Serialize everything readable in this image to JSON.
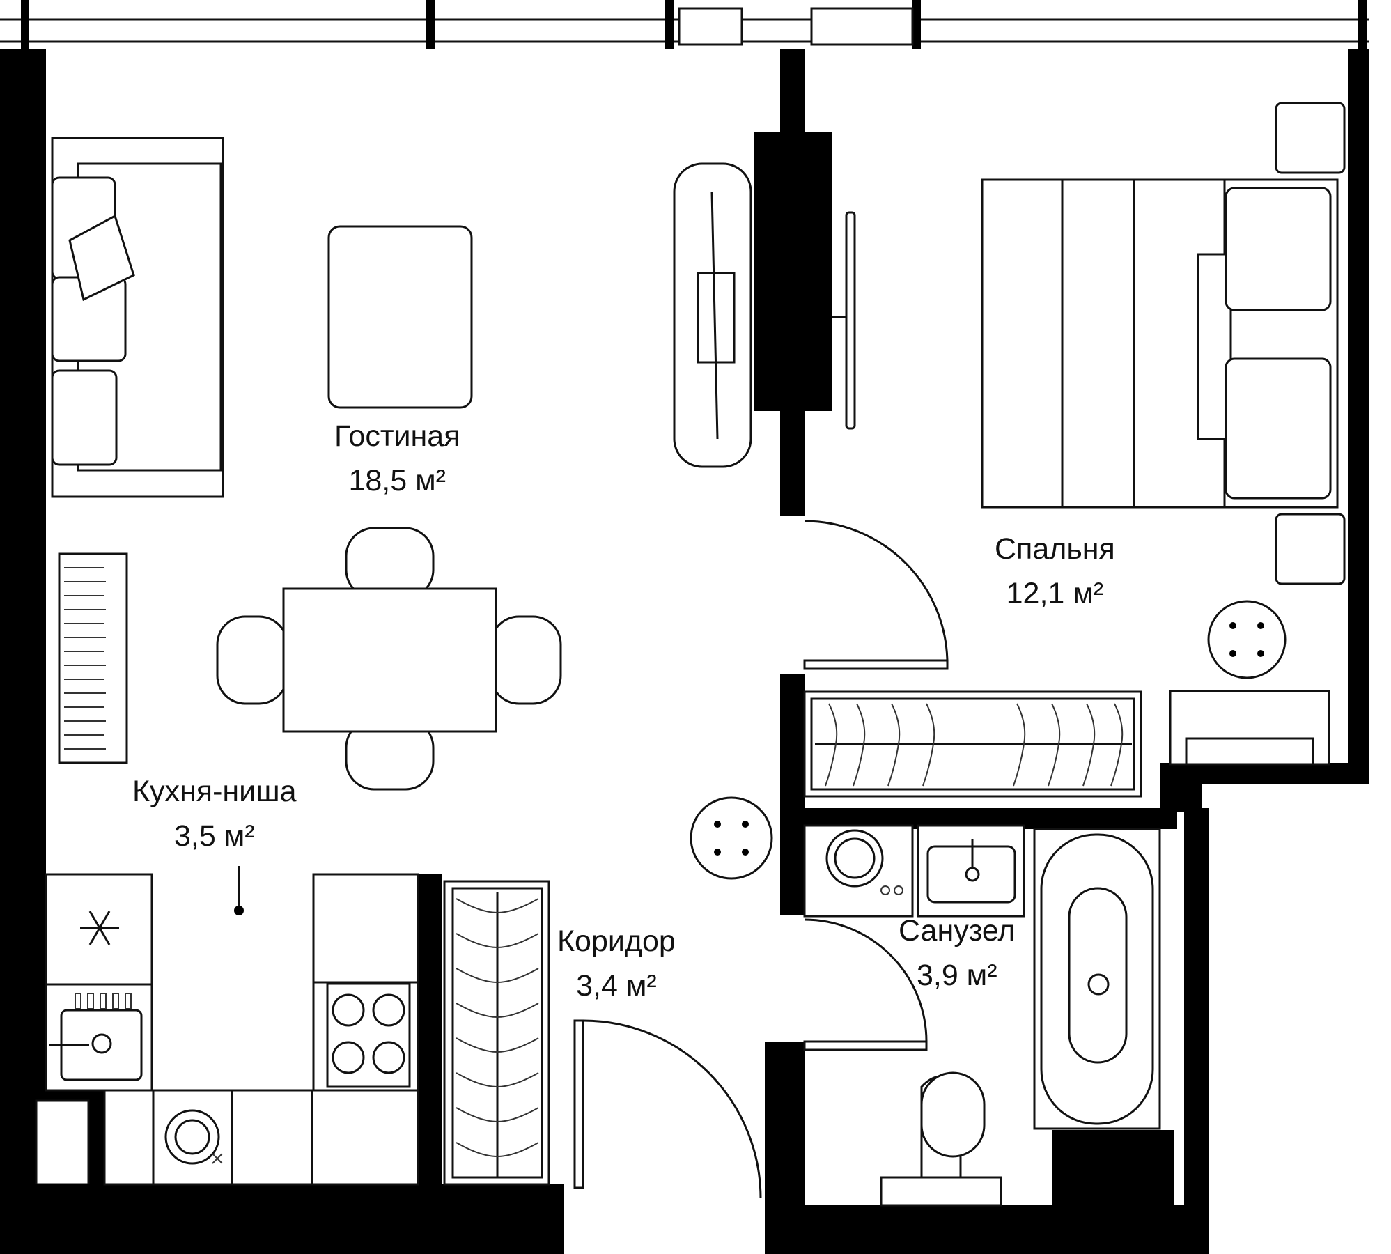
{
  "rooms": {
    "living": {
      "name": "Гостиная",
      "area": "18,5 м²"
    },
    "bedroom": {
      "name": "Спальня",
      "area": "12,1 м²"
    },
    "kitchen": {
      "name": "Кухня-ниша",
      "area": "3,5 м²"
    },
    "corridor": {
      "name": "Коридор",
      "area": "3,4 м²"
    },
    "bathroom": {
      "name": "Санузел",
      "area": "3,9 м²"
    }
  },
  "colors": {
    "wall": "#000000",
    "furniture_stroke": "#111111",
    "background": "#ffffff"
  },
  "icons": [
    "sofa-icon",
    "rug-icon",
    "tv-stand-icon",
    "bed-icon",
    "dining-table-icon",
    "radiator-icon",
    "wardrobe-icon",
    "fridge-snowflake-icon",
    "sink-icon",
    "cooktop-icon",
    "washing-machine-icon",
    "bathtub-icon",
    "toilet-icon",
    "round-table-icon",
    "door-swing-icon"
  ]
}
